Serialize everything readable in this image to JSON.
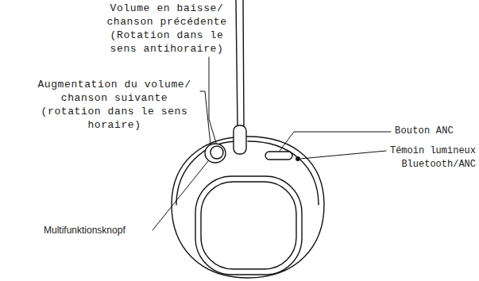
{
  "diagram": {
    "labels": [
      "Volume en baisse/ chanson précédente (Rotation dans le sens antihoraire)",
      "Augmentation du volume/ chanson suivante (rotation dans le sens horaire)",
      "Bouton ANC",
      "Témoin lumineux Bluetooth/ANC",
      "Multifunktionsknopf"
    ]
  }
}
